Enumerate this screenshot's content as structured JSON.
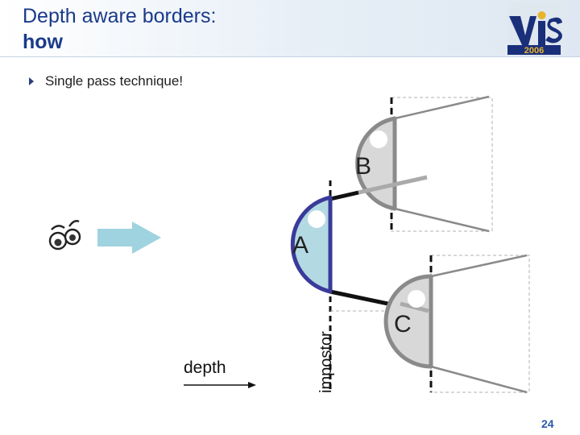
{
  "slide": {
    "title_line1": "Depth aware borders:",
    "title_line2": "how",
    "bullet": "Single pass technique!",
    "page_number": "24"
  },
  "logo": {
    "text": "VIS",
    "year": "2006"
  },
  "diagram": {
    "node_a_label": "A",
    "node_b_label": "B",
    "node_c_label": "C",
    "depth_label": "depth",
    "impostor_label": "impostor"
  },
  "icons": [
    "eye-icon",
    "right-arrow-icon",
    "bullet-arrow-icon"
  ],
  "colors": {
    "title": "#1a3a8a",
    "node_a_border": "#3a3a9a",
    "node_fill": "#b3d9e3",
    "node_gray_fill": "#d8d8d8",
    "node_gray_border": "#8a8a8a",
    "arrow_fill": "#9fd3df"
  }
}
